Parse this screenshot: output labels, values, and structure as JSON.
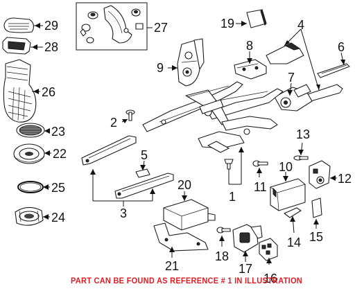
{
  "callouts": [
    "29",
    "28",
    "26",
    "23",
    "22",
    "25",
    "24",
    "27",
    "19",
    "9",
    "8",
    "4",
    "6",
    "7",
    "2",
    "5",
    "3",
    "13",
    "10",
    "12",
    "11",
    "1",
    "20",
    "21",
    "18",
    "17",
    "16",
    "15",
    "14"
  ],
  "footnote": "PART CAN BE FOUND AS REFERENCE # 1 IN ILLUSTRATION",
  "colors": {
    "footnote": "#e11b22",
    "ink": "#111111"
  }
}
